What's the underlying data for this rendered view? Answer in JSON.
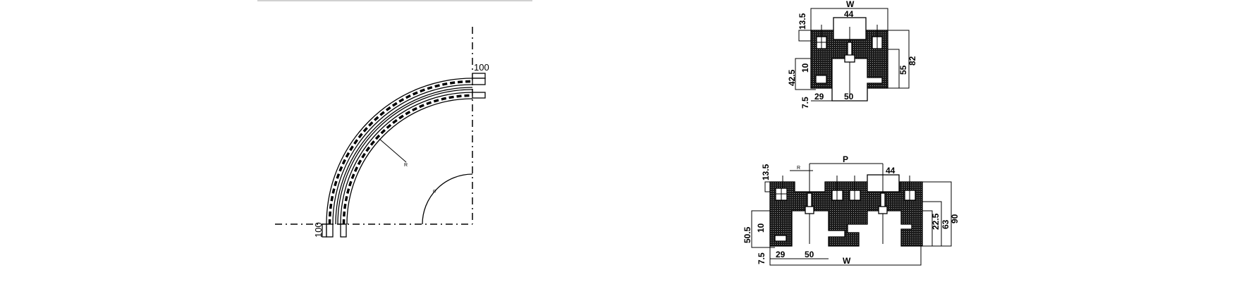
{
  "bend_drawing": {
    "top_end_width_label": "100",
    "bottom_end_width_label": "100",
    "radius_label": "R",
    "angle_label": "α"
  },
  "profile_single": {
    "width_label": "W",
    "slot_width": "44",
    "top_offset": "13.5",
    "total_height": "82",
    "inner_height": "55",
    "left_height": "42.5",
    "left_inner": "10",
    "bottom_offset": "7.5",
    "left_width": "29",
    "slot_bottom_width": "50"
  },
  "profile_double": {
    "pitch_label": "P",
    "radius_label": "R",
    "slot_width": "44",
    "top_offset": "13.5",
    "total_height": "90",
    "inner_height": "63",
    "right_height": "22.5",
    "left_height": "50.5",
    "left_inner": "10",
    "bottom_offset": "7.5",
    "left_width": "29",
    "slot_bottom_width": "50",
    "width_label": "W"
  },
  "colors": {
    "line": "#000000",
    "background": "#ffffff",
    "top_rule": "#d0d0d0"
  }
}
